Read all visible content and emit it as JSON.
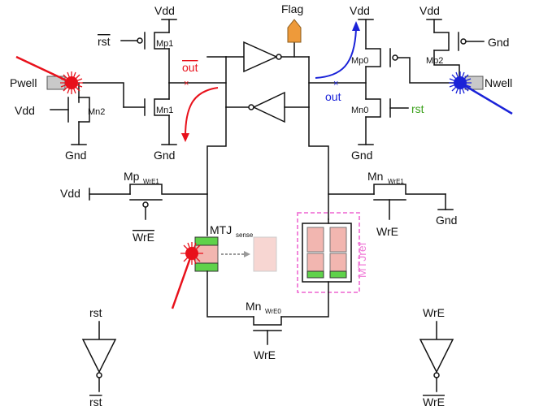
{
  "labels": {
    "vdd": "Vdd",
    "gnd": "Gnd",
    "flag": "Flag",
    "rst": "rst",
    "wre": "WrE",
    "out": "out",
    "pwell": "Pwell",
    "nwell": "Nwell",
    "mp1": "Mp1",
    "mn1": "Mn1",
    "mn2": "Mn2",
    "mp0": "Mp0",
    "mn0": "Mn0",
    "mp2": "Mp2",
    "mp_wre1_main": "Mp",
    "mp_wre1_sub": "WrE1",
    "mn_wre1_main": "Mn",
    "mn_wre1_sub": "WrE1",
    "mn_wre0_main": "Mn",
    "mn_wre0_sub": "WrE0",
    "mtj_sense_main": "MTJ",
    "mtj_sense_sub": "sense",
    "mtj_ref": "MTJref"
  },
  "colors": {
    "wire": "#111111",
    "strike_red": "#e8111b",
    "strike_blue": "#1a22d8",
    "rst_green": "#3aa01a",
    "out_blue": "#1a22d8",
    "out_bar_red": "#e8111b",
    "flag_fill": "#ee9a3a",
    "mtj_pink": "#f2b6b0",
    "mtj_green": "#5fd24a",
    "mtj_ref_border": "#f07ad7"
  }
}
